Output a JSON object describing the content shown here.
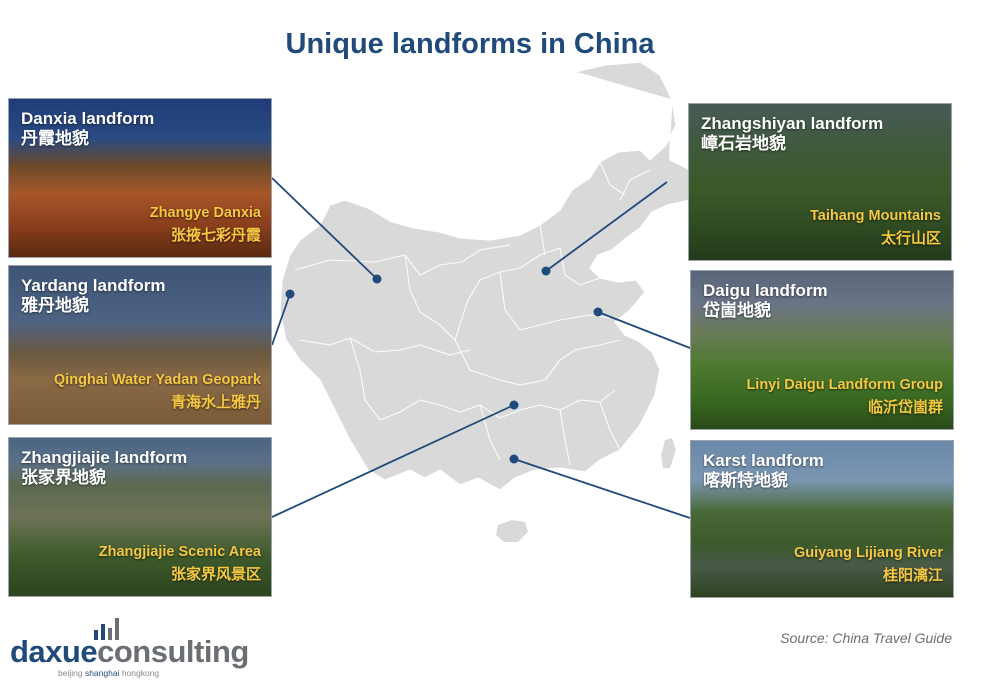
{
  "title": "Unique landforms in China",
  "colors": {
    "title": "#1f4a7a",
    "connector": "#1f4a7a",
    "map_fill": "#d9d9d9",
    "map_border": "#ffffff",
    "location_label": "#f5c842",
    "landform_label": "#ffffff"
  },
  "landforms": [
    {
      "name_en": "Danxia landform",
      "name_zh": "丹霞地貌",
      "location_en": "Zhangye Danxia",
      "location_zh": "张掖七彩丹霞",
      "side": "left"
    },
    {
      "name_en": "Yardang landform",
      "name_zh": "雅丹地貌",
      "location_en": "Qinghai Water Yadan Geopark",
      "location_zh": "青海水上雅丹",
      "side": "left"
    },
    {
      "name_en": "Zhangjiajie landform",
      "name_zh": "张家界地貌",
      "location_en": "Zhangjiajie Scenic Area",
      "location_zh": "张家界风景区",
      "side": "left"
    },
    {
      "name_en": "Zhangshiyan landform",
      "name_zh": "嶂石岩地貌",
      "location_en": "Taihang Mountains",
      "location_zh": "太行山区",
      "side": "right"
    },
    {
      "name_en": "Daigu landform",
      "name_zh": "岱崮地貌",
      "location_en": "Linyi Daigu Landform Group",
      "location_zh": "临沂岱崮群",
      "side": "right"
    },
    {
      "name_en": "Karst landform",
      "name_zh": "喀斯特地貌",
      "location_en": "Guiyang Lijiang River",
      "location_zh": "桂阳漓江",
      "side": "right"
    }
  ],
  "logo": {
    "part1": "daxue",
    "part2": "consulting",
    "tagline_a": "beijing ",
    "tagline_b": "shanghai",
    "tagline_c": " hongkong"
  },
  "source": "Source: China Travel Guide"
}
